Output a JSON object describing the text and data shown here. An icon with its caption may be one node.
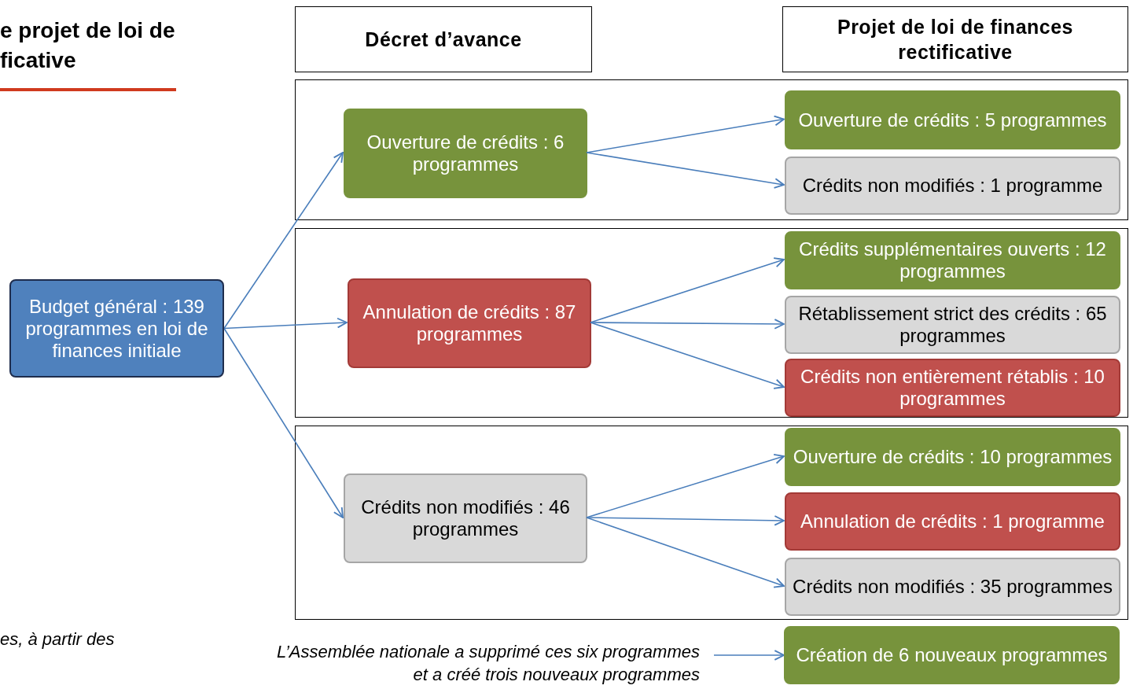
{
  "diagram": {
    "title": "e projet de loi de ficative",
    "nodes": [
      {
        "text": [
          "Décret d’avance"
        ]
      },
      {
        "text": [
          "Projet de loi de finances rectificative"
        ]
      },
      {
        "text": [
          "Budget général : 139 programmes en loi de finances initiale"
        ]
      },
      {
        "text": [],
        "shape": "box"
      },
      {
        "text": [
          "Ouverture de crédits : 6 programmes"
        ],
        "in": 3
      },
      {
        "text": [
          "Ouverture de crédits : 5 programmes"
        ],
        "in": 3
      },
      {
        "text": [
          "Crédits non modifiés : 1 programme"
        ],
        "in": 3
      },
      {
        "text": [],
        "shape": "box"
      },
      {
        "text": [
          "Annulation de crédits : 87 programmes"
        ],
        "in": 7
      },
      {
        "text": [
          "Crédits supplémentaires ouverts : 12 programmes"
        ],
        "in": 7
      },
      {
        "text": [
          "Rétablissement strict des crédits : 65 programmes"
        ],
        "in": 7
      },
      {
        "text": [
          "Crédits non entièrement rétablis : 10 programmes"
        ],
        "in": 7
      },
      {
        "text": [],
        "shape": "box"
      },
      {
        "text": [
          "Crédits non modifiés : 46 programmes"
        ],
        "in": 12
      },
      {
        "text": [
          "Ouverture de crédits : 10 programmes"
        ],
        "in": 12
      },
      {
        "text": [
          "Annulation de crédits : 1 programme"
        ],
        "in": 12
      },
      {
        "text": [
          "Crédits non modifiés : 35 programmes"
        ],
        "in": 12
      },
      {
        "text": [
          "L’Assemblée nationale a supprimé ces six programmes et a créé trois nouveaux programmes"
        ]
      },
      {
        "text": [
          "Création de 6 nouveaux programmes"
        ]
      }
    ],
    "edges": [
      {
        "from": 2,
        "to": 4,
        "arrow": "to"
      },
      {
        "from": 2,
        "to": 8,
        "arrow": "to"
      },
      {
        "from": 2,
        "to": 13,
        "arrow": "to"
      },
      {
        "from": 4,
        "to": 5,
        "arrow": "to"
      },
      {
        "from": 4,
        "to": 6,
        "arrow": "to"
      },
      {
        "from": 8,
        "to": 9,
        "arrow": "to"
      },
      {
        "from": 8,
        "to": 10,
        "arrow": "to"
      },
      {
        "from": 8,
        "to": 11,
        "arrow": "to"
      },
      {
        "from": 13,
        "to": 14,
        "arrow": "to"
      },
      {
        "from": 13,
        "to": 15,
        "arrow": "to"
      },
      {
        "from": 13,
        "to": 16,
        "arrow": "to"
      },
      {
        "from": 17,
        "to": 18,
        "arrow": "to"
      }
    ],
    "labels": [
      "es, à partir des"
    ]
  }
}
